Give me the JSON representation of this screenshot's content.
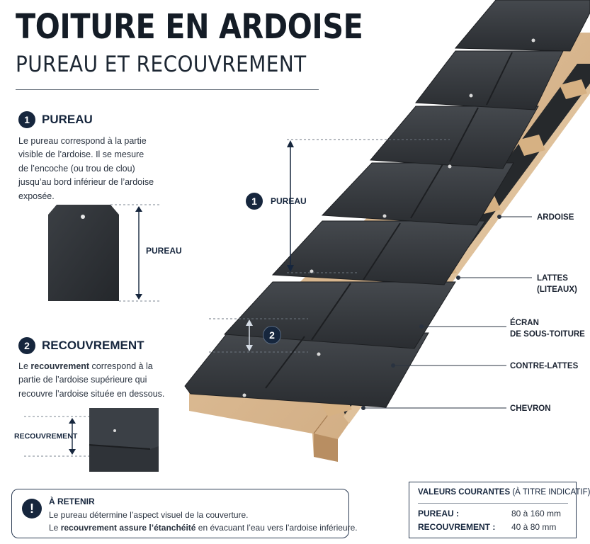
{
  "header": {
    "title": "TOITURE EN ARDOISE",
    "subtitle": "PUREAU ET RECOUVREMENT"
  },
  "pureau": {
    "number": "1",
    "title": "PUREAU",
    "lines": [
      "Le pureau correspond à la partie",
      "visible de l’ardoise. Il se mesure",
      "de l’encoche (ou trou de clou)",
      "jusqu’au bord inférieur de l’ardoise",
      "exposée."
    ],
    "dim_label": "PUREAU"
  },
  "recouvrement": {
    "number": "2",
    "title": "RECOUVREMENT",
    "line1_pre": "Le ",
    "line1_bold": "recouvrement",
    "line1_post": " correspond à la",
    "line2": "partie de l’ardoise supérieure qui",
    "line3": "recouvre l’ardoise située en dessous.",
    "dim_label": "RECOUVREMENT"
  },
  "diagram": {
    "pureau_number": "1",
    "pureau_label": "PUREAU",
    "recouvrement_number": "2",
    "callouts": [
      {
        "line1": "ARDOISE",
        "line2": ""
      },
      {
        "line1": "LATTES",
        "line2": "(LITEAUX)"
      },
      {
        "line1": "ÉCRAN",
        "line2": "DE SOUS-TOITURE"
      },
      {
        "line1": "CONTRE-LATTES",
        "line2": ""
      },
      {
        "line1": "CHEVRON",
        "line2": ""
      }
    ]
  },
  "note": {
    "icon": "!",
    "heading": "À RETENIR",
    "line1": "Le pureau détermine l’aspect visuel de la couverture.",
    "line2_pre": "Le ",
    "line2_b1": "recouvrement",
    "line2_mid": " ",
    "line2_b2": "assure l’étanchéité",
    "line2_post": " en évacuant l’eau vers l’ardoise inférieure."
  },
  "values": {
    "title_bold": "VALEURS COURANTES",
    "title_rest": " (À TITRE INDICATIF)",
    "rows": [
      {
        "key": "PUREAU :",
        "value": "80 à 160 mm"
      },
      {
        "key": "RECOUVREMENT :",
        "value": "40 à 80 mm"
      }
    ]
  },
  "colors": {
    "navy": "#16263d",
    "slate": "#33373c",
    "wood": "#d9b892",
    "membrane": "#26292c"
  }
}
